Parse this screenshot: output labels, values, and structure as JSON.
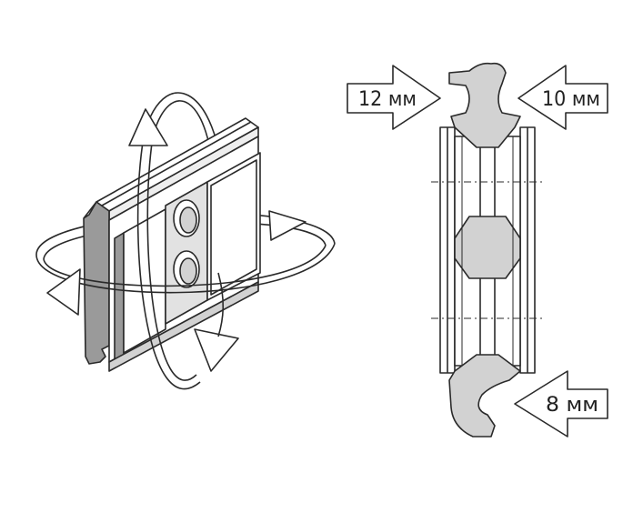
{
  "dimensions": {
    "top_left": "12 мм",
    "top_right": "10 мм",
    "bottom_right": "8 мм"
  },
  "colors": {
    "outline": "#2a2a2a",
    "fill_gray": "#d2d2d2",
    "fill_dark": "#9a9a9a",
    "background": "#ffffff"
  }
}
